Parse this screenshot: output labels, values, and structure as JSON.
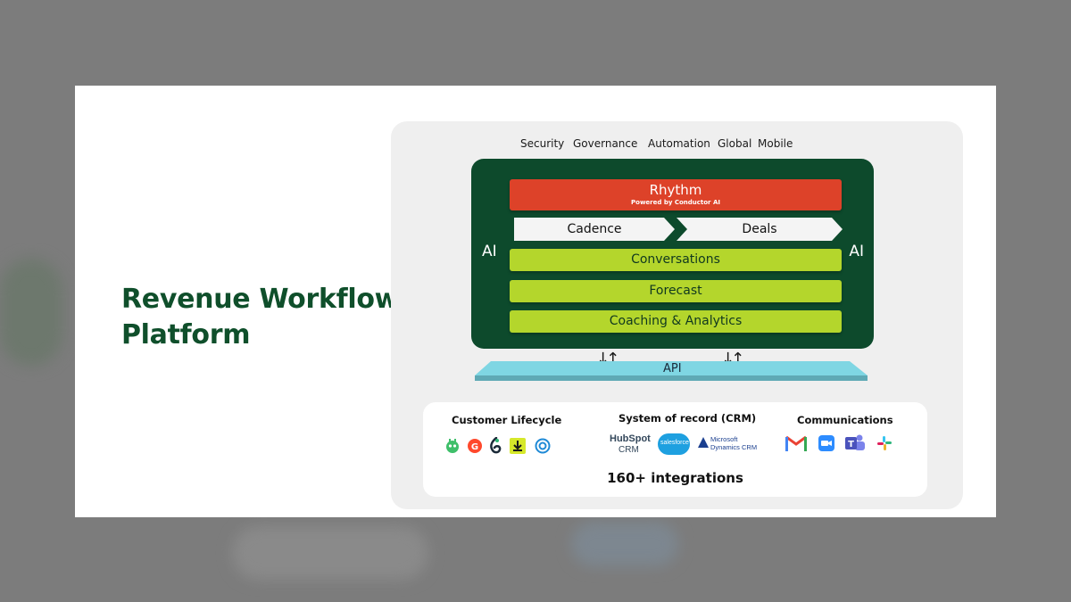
{
  "headline": [
    "Revenue Workflow",
    "Platform"
  ],
  "capabilities": [
    "Security",
    "Governance",
    "Automation",
    "Global",
    "Mobile"
  ],
  "core": {
    "ai_left": "AI",
    "ai_right": "AI",
    "rhythm": {
      "title": "Rhythm",
      "subtitle": "Powered by Conductor AI"
    },
    "chevrons": [
      "Cadence",
      "Deals"
    ],
    "layers": [
      "Conversations",
      "Forecast",
      "Coaching & Analytics"
    ]
  },
  "api": {
    "label": "API"
  },
  "integrations": {
    "groups": [
      {
        "title": "Customer Lifecycle",
        "icons": [
          "gong-icon",
          "g2-icon",
          "seismic-icon",
          "download-icon",
          "drift-icon"
        ]
      },
      {
        "title": "System of record (CRM)",
        "icons": [
          "hubspot-crm-logo",
          "salesforce-logo",
          "microsoft-dynamics-crm-logo"
        ]
      },
      {
        "title": "Communications",
        "icons": [
          "gmail-icon",
          "zoom-icon",
          "teams-icon",
          "slack-icon"
        ]
      }
    ],
    "total": "160+ integrations",
    "logo_text": {
      "hubspot": "HubSpot",
      "hubspot_sub": "CRM",
      "salesforce": "salesforce",
      "ms_line1": "Microsoft",
      "ms_line2": "Dynamics CRM"
    }
  },
  "colors": {
    "brand_green": "#0d4a2c",
    "rhythm_red": "#dd4229",
    "layer_lime": "#b4d62c",
    "api_cyan": "#7fd6e3"
  }
}
